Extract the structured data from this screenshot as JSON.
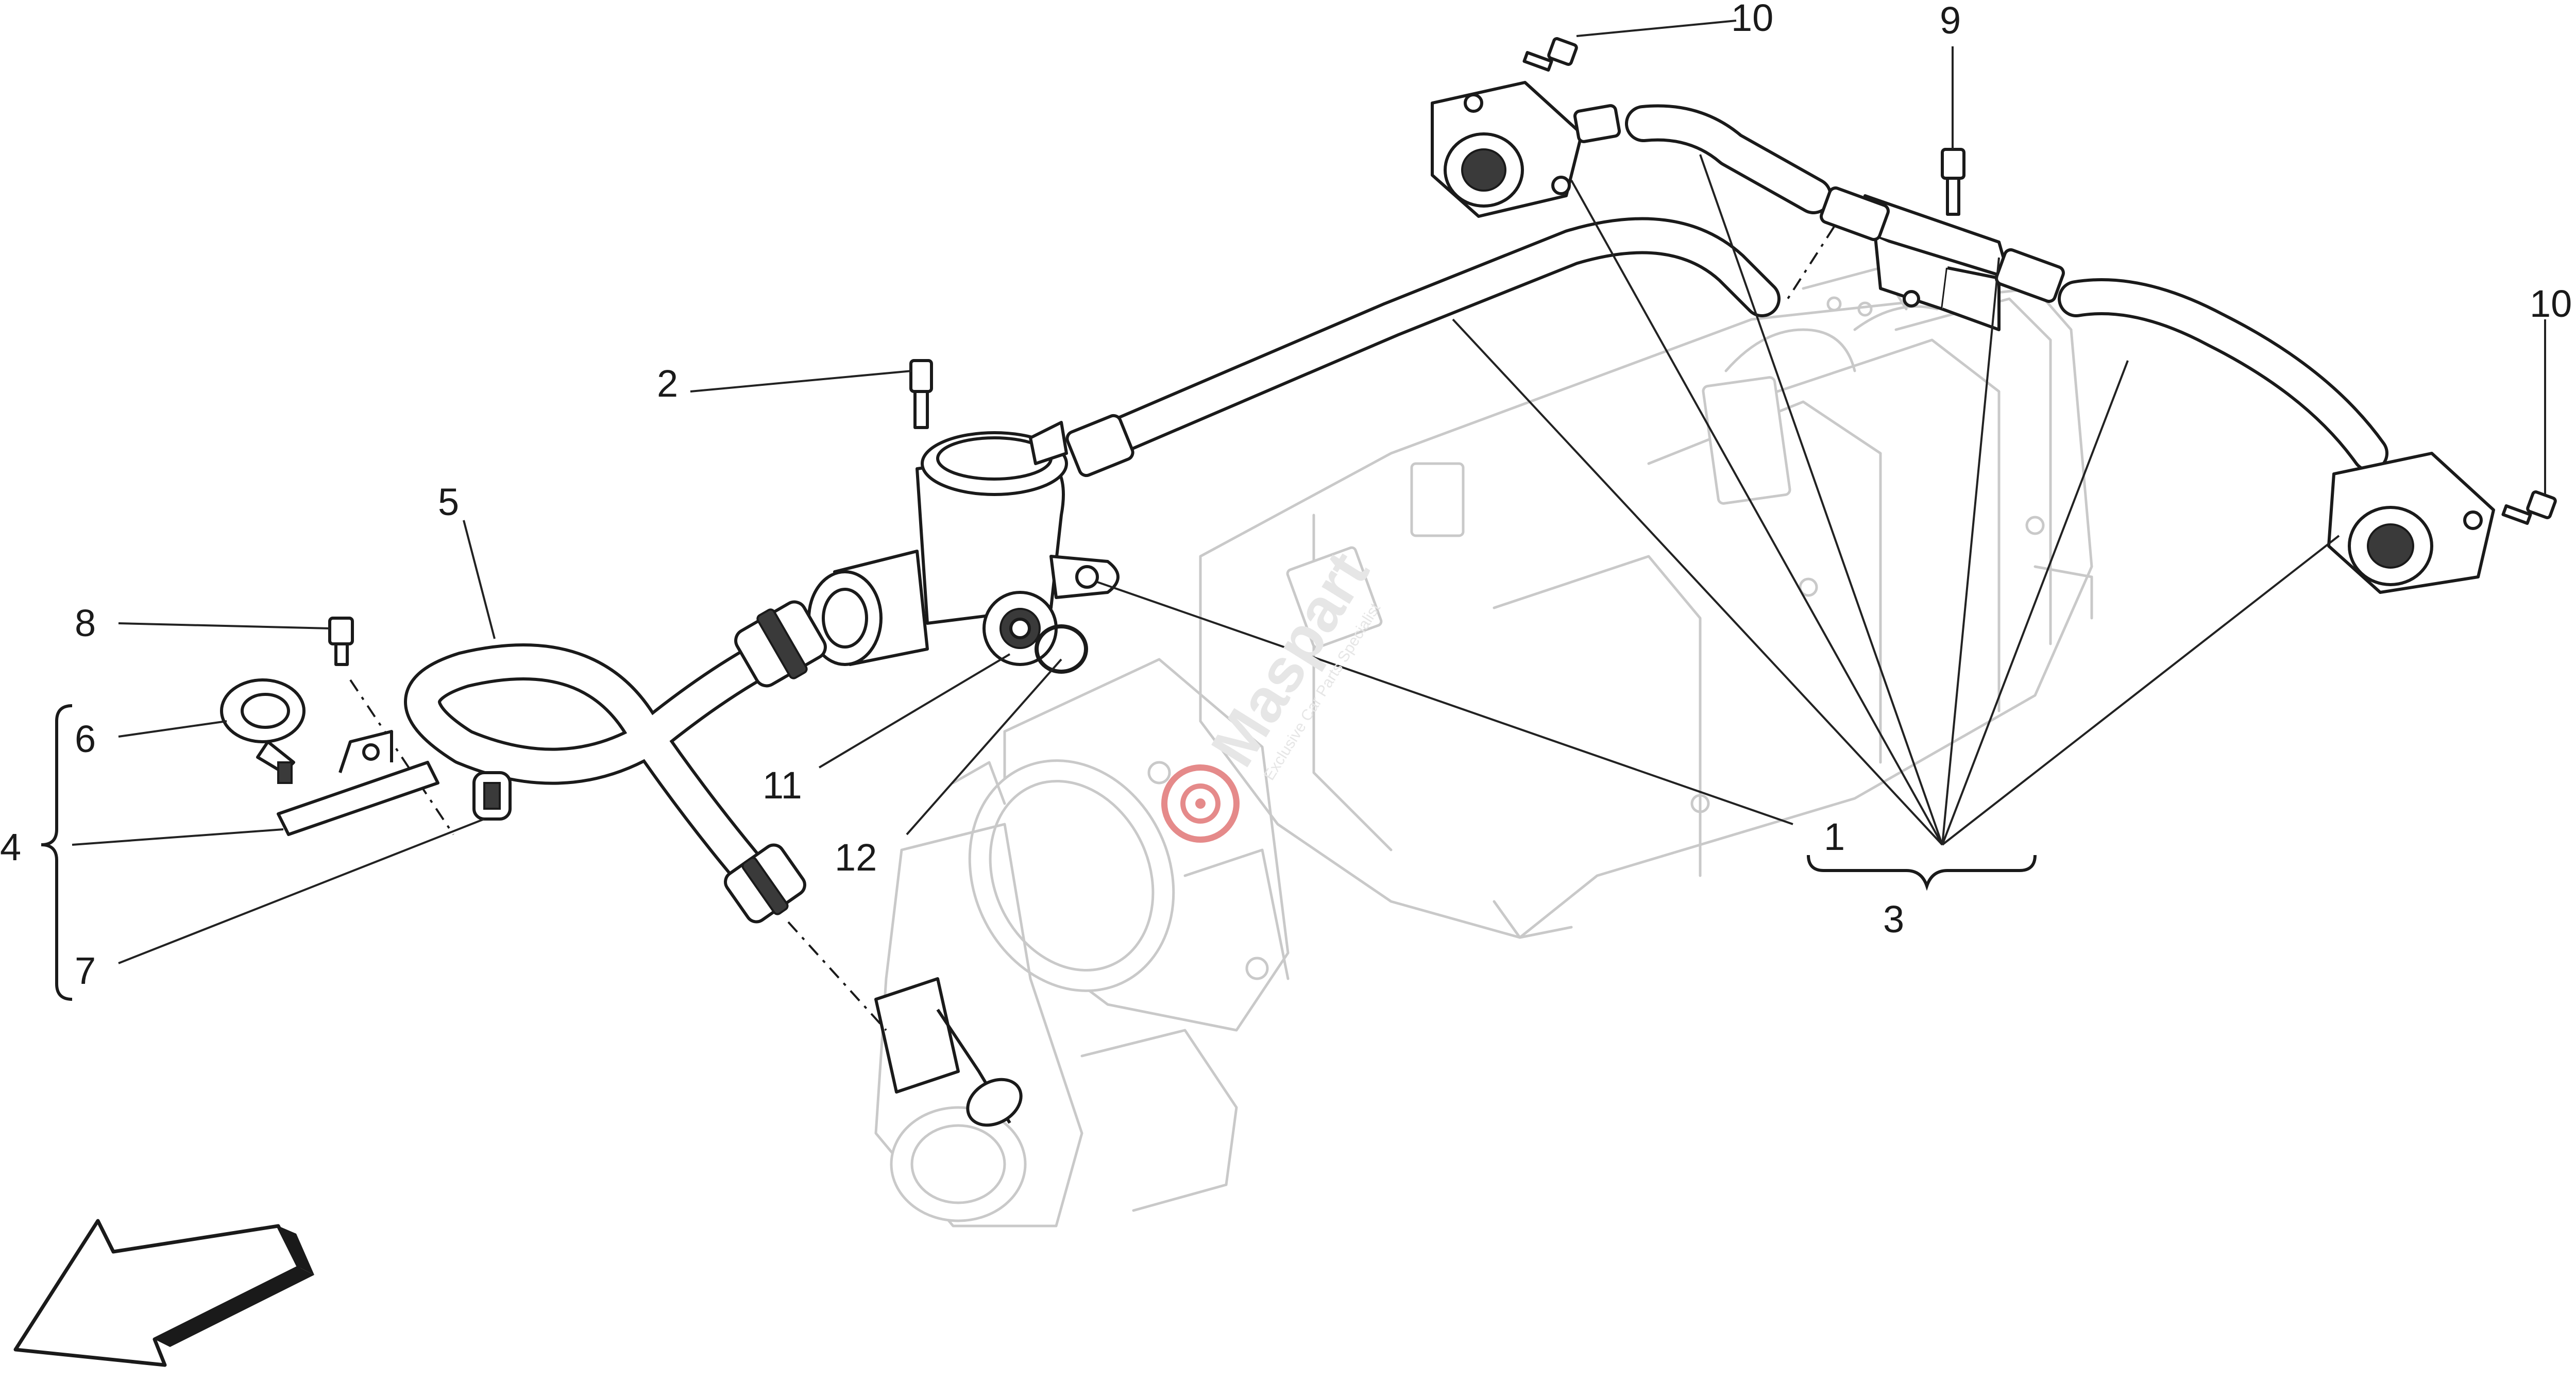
{
  "callouts": {
    "n1": "1",
    "n2": "2",
    "n3": "3",
    "n4": "4",
    "n5": "5",
    "n6": "6",
    "n7": "7",
    "n8": "8",
    "n9": "9",
    "n10a": "10",
    "n10b": "10",
    "n11": "11",
    "n12": "12"
  },
  "watermark": {
    "brand": "Maspart",
    "tagline": "Exclusive Car Parts Specialist"
  },
  "colors": {
    "line": "#1a1a1a",
    "ghost": "#c9c9c9",
    "watermark": "#e6e6e6",
    "logo_red": "#e58a8a"
  },
  "icons": {
    "direction": "arrow-down-left-icon",
    "logo": "maspart-wheel-logo-icon"
  }
}
